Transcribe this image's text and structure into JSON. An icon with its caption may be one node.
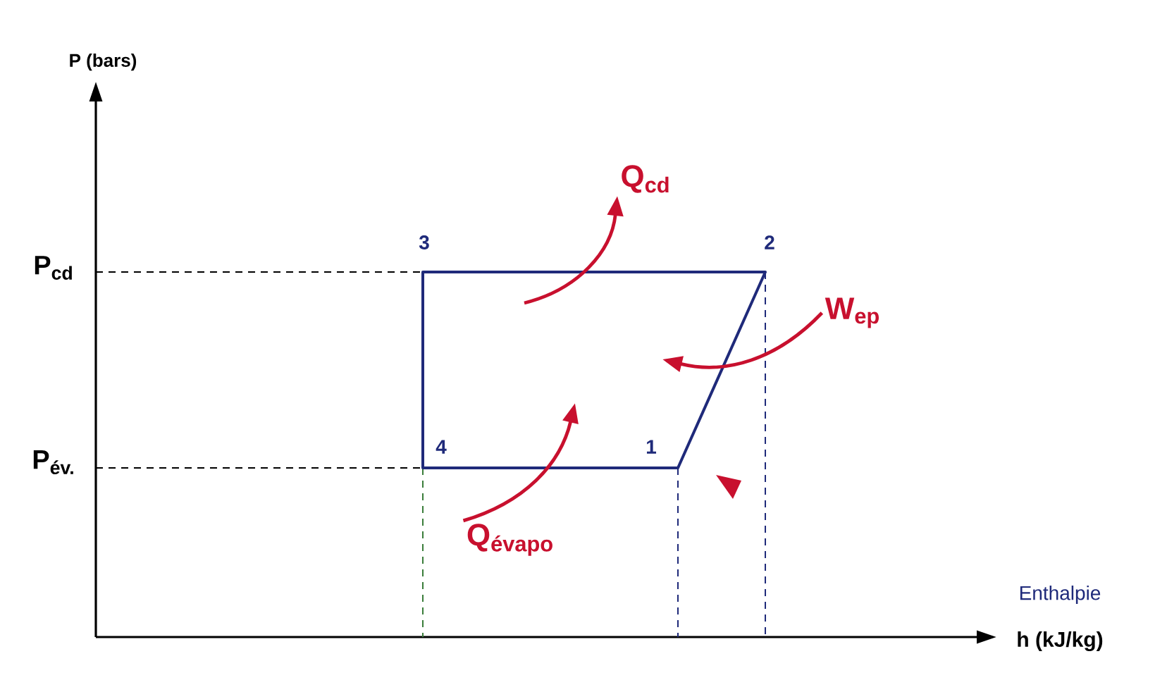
{
  "diagram": {
    "nodes": [
      {
        "text": [
          "Q$_{cd}$"
        ]
      },
      {
        "text": [
          "W$_{ep}$"
        ]
      },
      {
        "text": [
          "Q$_{évapo}$"
        ]
      }
    ],
    "edges": [
      {
        "from": null,
        "to": 0,
        "arrow": "to"
      },
      {
        "from": 1,
        "to": null,
        "arrow": "to"
      },
      {
        "from": 2,
        "to": null,
        "arrow": "to"
      }
    ],
    "labels": [
      "P (bars)",
      "P$_{cd}$",
      "3",
      "2",
      "P$_{év.}$",
      "4",
      "1",
      "Enthalpie",
      "h (kJ/kg)"
    ]
  }
}
